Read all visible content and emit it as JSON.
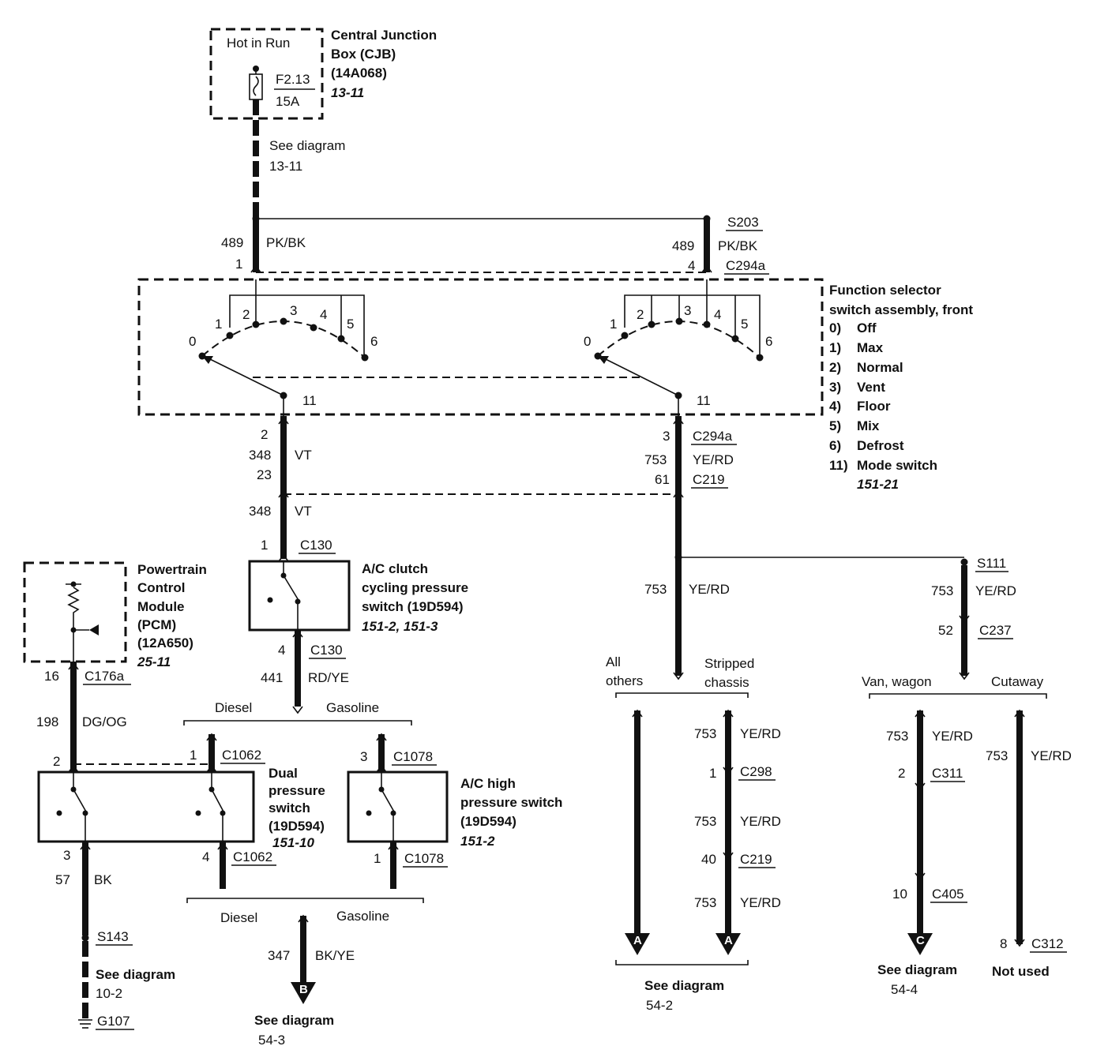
{
  "cjb": {
    "hot_label": "Hot in Run",
    "fuse_id": "F2.13",
    "fuse_rating": "15A",
    "title_line1": "Central Junction",
    "title_line2": "Box (CJB)",
    "part": "(14A068)",
    "ref": "13-11",
    "see_line1": "See diagram",
    "see_line2": "13-11"
  },
  "top_feed": {
    "splice": "S203",
    "left_circuit": "489",
    "left_color": "PK/BK",
    "left_pin": "1",
    "right_circuit": "489",
    "right_color": "PK/BK",
    "right_pin": "4",
    "right_connector": "C294a"
  },
  "function_selector": {
    "title_line1": "Function selector",
    "title_line2": "switch assembly, front",
    "legend": [
      {
        "num": "0)",
        "label": "Off"
      },
      {
        "num": "1)",
        "label": "Max"
      },
      {
        "num": "2)",
        "label": "Normal"
      },
      {
        "num": "3)",
        "label": "Vent"
      },
      {
        "num": "4)",
        "label": "Floor"
      },
      {
        "num": "5)",
        "label": "Mix"
      },
      {
        "num": "6)",
        "label": "Defrost"
      },
      {
        "num": "11)",
        "label": "Mode switch"
      }
    ],
    "ref": "151-21",
    "positions": [
      "0",
      "1",
      "2",
      "3",
      "4",
      "5",
      "6"
    ],
    "common": "11"
  },
  "left_chain": {
    "pin_out": "2",
    "circuit1": "348",
    "color1": "VT",
    "pin_in": "23",
    "circuit2": "348",
    "color2": "VT"
  },
  "right_chain": {
    "pin_out": "3",
    "connector_out": "C294a",
    "circuit": "753",
    "color": "YE/RD",
    "pin_in": "61",
    "connector_in": "C219"
  },
  "ac_clutch": {
    "pin_top": "1",
    "conn_top": "C130",
    "title_line1": "A/C clutch",
    "title_line2": "cycling pressure",
    "title_line3": "switch (19D594)",
    "ref": "151-2, 151-3",
    "pin_bottom": "4",
    "conn_bottom": "C130",
    "out_circuit": "441",
    "out_color": "RD/YE"
  },
  "pcm": {
    "line1": "Powertrain",
    "line2": "Control",
    "line3": "Module",
    "line4": "(PCM)",
    "part": "(12A650)",
    "ref": "25-11",
    "pin": "16",
    "connector": "C176a",
    "circuit": "198",
    "color": "DG/OG"
  },
  "branch_top": {
    "left": "Diesel",
    "right": "Gasoline"
  },
  "dual_switch": {
    "pin_pcm_in": "2",
    "pin_top": "1",
    "conn_top": "C1062",
    "title_line1": "Dual",
    "title_line2": "pressure",
    "title_line3": "switch",
    "part": "(19D594)",
    "ref": "151-10",
    "pin_ground": "3",
    "ground_circuit": "57",
    "ground_color": "BK",
    "pin_bottom": "4",
    "conn_bottom": "C1062"
  },
  "high_switch": {
    "pin_top": "3",
    "conn_top": "C1078",
    "title_line1": "A/C high",
    "title_line2": "pressure switch",
    "part": "(19D594)",
    "ref": "151-2",
    "pin_bottom": "1",
    "conn_bottom": "C1078"
  },
  "ground": {
    "splice": "S143",
    "see_line1": "See diagram",
    "see_line2": "10-2",
    "ground_id": "G107"
  },
  "branch_bottom": {
    "left": "Diesel",
    "right": "Gasoline",
    "circuit": "347",
    "color": "BK/YE",
    "arrow": "B",
    "see_line1": "See diagram",
    "see_line2": "54-3"
  },
  "center_run": {
    "circuit": "753",
    "color": "YE/RD",
    "branch_left_line1": "All",
    "branch_left_line2": "others",
    "branch_right_line1": "Stripped",
    "branch_right_line2": "chassis",
    "segments": [
      {
        "circuit": "753",
        "color": "YE/RD"
      },
      {
        "pin": "1",
        "connector": "C298"
      },
      {
        "circuit": "753",
        "color": "YE/RD"
      },
      {
        "pin": "40",
        "connector": "C219"
      },
      {
        "circuit": "753",
        "color": "YE/RD"
      }
    ],
    "arrow_left": "A",
    "arrow_right": "A",
    "see_line1": "See diagram",
    "see_line2": "54-2"
  },
  "right_run": {
    "splice": "S111",
    "circuit": "753",
    "color": "YE/RD",
    "pin": "52",
    "connector": "C237",
    "branch_left": "Van, wagon",
    "branch_right": "Cutaway",
    "van_circuit": "753",
    "van_color": "YE/RD",
    "van_pin1": "2",
    "van_conn1": "C311",
    "van_pin2": "10",
    "van_conn2": "C405",
    "van_arrow": "C",
    "van_see_line1": "See diagram",
    "van_see_line2": "54-4",
    "cut_circuit": "753",
    "cut_color": "YE/RD",
    "cut_pin": "8",
    "cut_connector": "C312",
    "cut_note": "Not used"
  }
}
